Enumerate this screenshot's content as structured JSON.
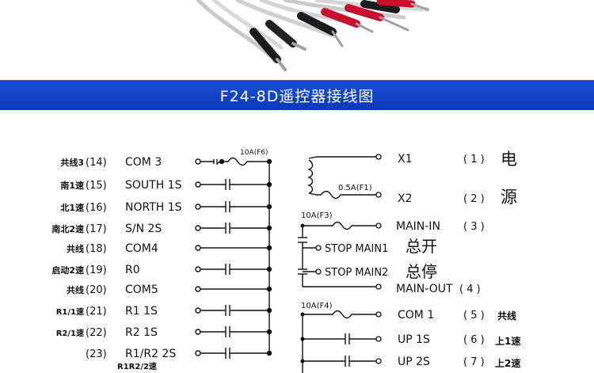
{
  "banner": {
    "title": "F24-8D遥控器接线图"
  },
  "left": {
    "fuse_label": "10A(F6)",
    "rows": [
      {
        "desc": "共线3",
        "num": "(14)",
        "name": "COM 3"
      },
      {
        "desc": "南1速",
        "num": "(15)",
        "name": "SOUTH 1S"
      },
      {
        "desc": "北1速",
        "num": "(16)",
        "name": "NORTH 1S"
      },
      {
        "desc": "南北2速",
        "num": "(17)",
        "name": "S/N 2S"
      },
      {
        "desc": "共线",
        "num": "(18)",
        "name": "COM4"
      },
      {
        "desc": "启动2速",
        "num": "(19)",
        "name": "R0"
      },
      {
        "desc": "共线",
        "num": "(20)",
        "name": "COM5"
      },
      {
        "desc": "R1/1速",
        "num": "(21)",
        "name": "R1 1S"
      },
      {
        "desc": "R2/1速",
        "num": "(22)",
        "name": "R2 1S"
      },
      {
        "desc": "",
        "num": "(23)",
        "name": "R1/R2 2S"
      }
    ],
    "last_sublabel": "R1R2/2速"
  },
  "right": {
    "power": {
      "x1": "X1",
      "x1_num": "( 1 )",
      "power_char1": "电",
      "fuse": "0.5A(F1)",
      "x2": "X2",
      "x2_num": "( 2 )",
      "power_char2": "源"
    },
    "main": {
      "fuse": "10A(F3)",
      "main_in": "MAIN-IN",
      "main_in_num": "( 3 )",
      "stop1": "STOP MAIN1",
      "stop1_cn": "总开",
      "stop2": "STOP MAIN2",
      "stop2_cn": "总停",
      "main_out": "MAIN-OUT",
      "main_out_num": "( 4 )"
    },
    "com": {
      "fuse": "10A(F4)",
      "com1": "COM 1",
      "com1_num": "( 5 )",
      "com1_cn": "共线",
      "up1": "UP 1S",
      "up1_num": "( 6 )",
      "up1_cn": "上1速",
      "up2": "UP 2S",
      "up2_num": "( 7 )",
      "up2_cn": "上2速"
    }
  }
}
